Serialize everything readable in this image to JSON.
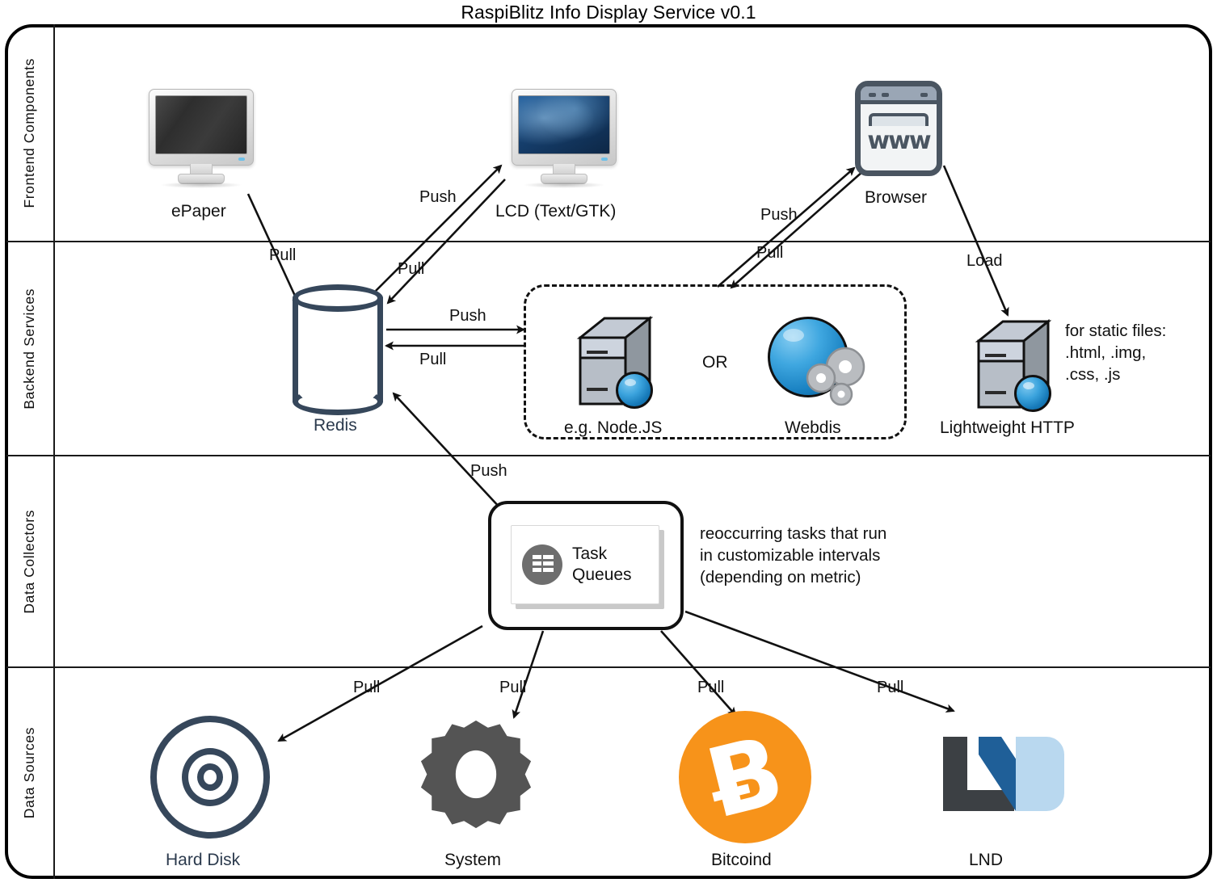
{
  "title": "RaspiBlitz Info Display Service v0.1",
  "lanes": [
    {
      "name": "Frontend Components"
    },
    {
      "name": "Backend Services"
    },
    {
      "name": "Data Collectors"
    },
    {
      "name": "Data Sources"
    }
  ],
  "nodes": {
    "epaper": {
      "label": "ePaper",
      "icon": "monitor-epaper-icon"
    },
    "lcd": {
      "label": "LCD (Text/GTK)",
      "icon": "monitor-lcd-icon"
    },
    "browser": {
      "label": "Browser",
      "icon": "browser-window-icon"
    },
    "redis": {
      "label": "Redis",
      "icon": "database-cylinder-icon"
    },
    "nodejs": {
      "label": "e.g. Node.JS",
      "icon": "server-globe-icon"
    },
    "or": {
      "label": "OR"
    },
    "webdis": {
      "label": "Webdis",
      "icon": "globe-gears-icon"
    },
    "http": {
      "label": "Lightweight HTTP",
      "icon": "server-globe-icon"
    },
    "http_note": "for static files:\n.html, .img,\n.css, .js",
    "task_queues": {
      "label": "Task\nQueues",
      "icon": "task-list-icon"
    },
    "task_note": "reoccurring tasks that run\nin customizable intervals\n(depending on metric)",
    "harddisk": {
      "label": "Hard Disk",
      "icon": "disk-platter-icon"
    },
    "system": {
      "label": "System",
      "icon": "gear-icon"
    },
    "bitcoind": {
      "label": "Bitcoind",
      "icon": "bitcoin-icon",
      "glyph": "Ƀ"
    },
    "lnd": {
      "label": "LND",
      "icon": "lnd-logo-icon"
    }
  },
  "edges": [
    {
      "id": "epaper-pull",
      "label": "Pull"
    },
    {
      "id": "lcd-push",
      "label": "Push"
    },
    {
      "id": "lcd-pull",
      "label": "Pull"
    },
    {
      "id": "browser-push",
      "label": "Push"
    },
    {
      "id": "browser-pull",
      "label": "Pull"
    },
    {
      "id": "browser-load",
      "label": "Load"
    },
    {
      "id": "redis-push",
      "label": "Push"
    },
    {
      "id": "redis-pull",
      "label": "Pull"
    },
    {
      "id": "tq-push",
      "label": "Push"
    },
    {
      "id": "hdd-pull",
      "label": "Pull"
    },
    {
      "id": "sys-pull",
      "label": "Pull"
    },
    {
      "id": "btc-pull",
      "label": "Pull"
    },
    {
      "id": "lnd-pull",
      "label": "Pull"
    }
  ],
  "colors": {
    "frame": "#000000",
    "accent_text": "#2b3a4d",
    "redis_stroke": "#36475b",
    "bitcoin": "#f7931a",
    "lnd_dark": "#3c4044",
    "lnd_blue": "#1f5f98",
    "lnd_light": "#b9d8ef",
    "gear": "#545454",
    "task_icon": "#6e6e6e"
  }
}
